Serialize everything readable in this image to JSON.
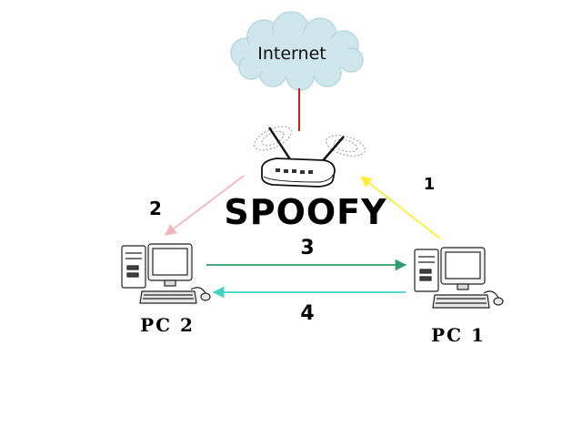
{
  "cloud": {
    "label": "Internet"
  },
  "router": {
    "label": "SPOOFY"
  },
  "nodes": {
    "pc1": {
      "label": "PC 1"
    },
    "pc2": {
      "label": "PC 2"
    }
  },
  "arrows": [
    {
      "id": "1",
      "label": "1",
      "from": "PC 1",
      "to": "router",
      "color": "#ffef3a"
    },
    {
      "id": "2",
      "label": "2",
      "from": "router",
      "to": "PC 2",
      "color": "#f4b6bb"
    },
    {
      "id": "3",
      "label": "3",
      "from": "PC 2",
      "to": "PC 1",
      "color": "#2f9e6e"
    },
    {
      "id": "4",
      "label": "4",
      "from": "PC 1",
      "to": "PC 2",
      "color": "#3fd2c0"
    }
  ],
  "colors": {
    "internet_link": "#c81e2a",
    "cloud_fill": "#cfe7ec"
  }
}
